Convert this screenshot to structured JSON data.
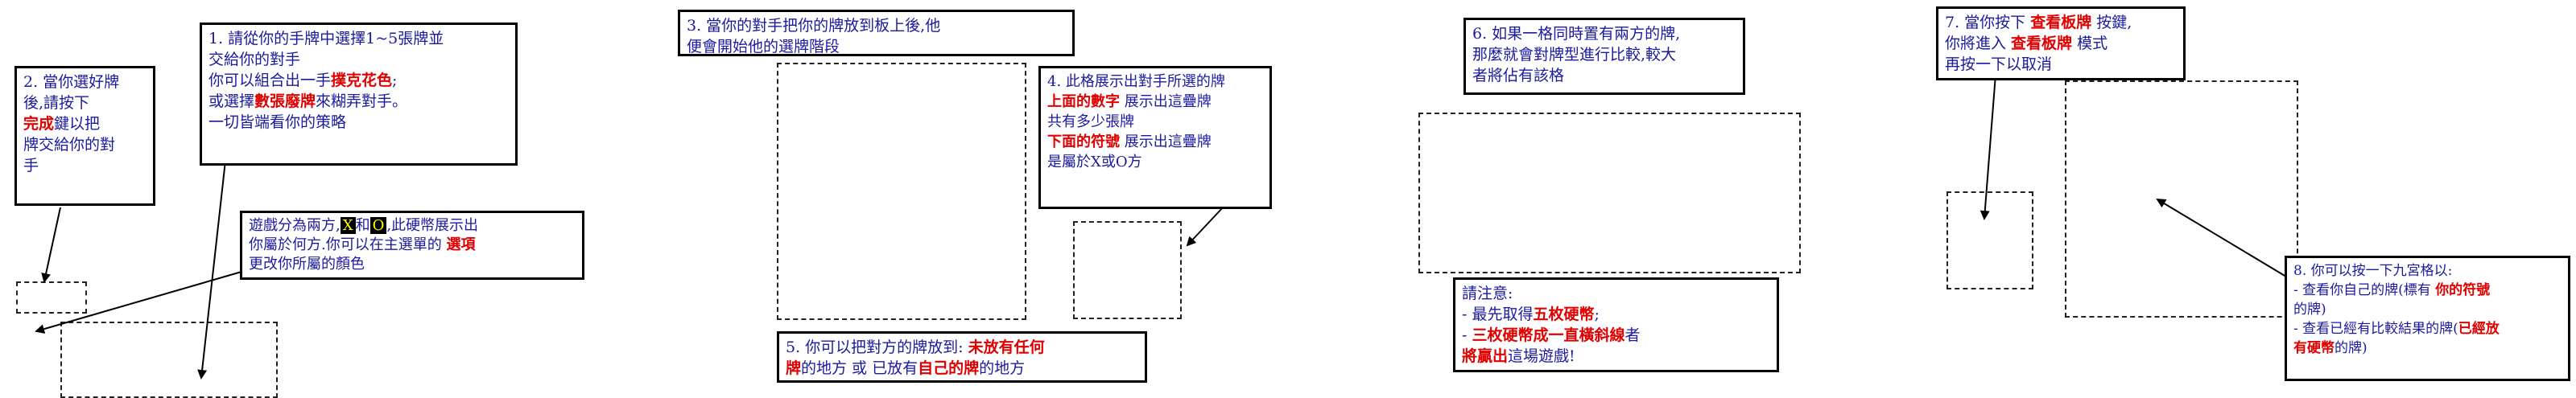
{
  "tutorial": {
    "note1": {
      "lines": [
        [
          {
            "t": "1. 請從你的手牌中選擇1~5張牌並"
          }
        ],
        [
          {
            "t": "交給你的對手"
          }
        ],
        [
          {
            "t": "你可以組合出一手"
          },
          {
            "t": "撲克花色",
            "h": true
          },
          {
            "t": ";"
          }
        ],
        [
          {
            "t": "或選擇"
          },
          {
            "t": "數張廢牌",
            "h": true
          },
          {
            "t": "來糊弄對手。"
          }
        ],
        [
          {
            "t": "一切皆端看你的策略"
          }
        ]
      ]
    },
    "note2": {
      "lines": [
        [
          {
            "t": "2. 當你選好牌"
          }
        ],
        [
          {
            "t": "後,請按下"
          }
        ],
        [
          {
            "t": "完成",
            "h": true
          },
          {
            "t": "鍵以把"
          }
        ],
        [
          {
            "t": "牌交給你的對"
          }
        ],
        [
          {
            "t": "手"
          }
        ]
      ]
    },
    "note_sides": {
      "lines": [
        [
          {
            "t": "遊戲分為兩方,"
          },
          {
            "t": "X",
            "x": true
          },
          {
            "t": "和"
          },
          {
            "t": "O",
            "x": true
          },
          {
            "t": ",此硬幣展示出"
          }
        ],
        [
          {
            "t": "你屬於何方.你可以在主選單的 "
          },
          {
            "t": "選項",
            "h": true
          }
        ],
        [
          {
            "t": "更改你所屬的顏色"
          }
        ]
      ]
    },
    "note3": {
      "lines": [
        [
          {
            "t": "3. 當你的對手把你的牌放到板上後,他"
          }
        ],
        [
          {
            "t": "便會開始他的選牌階段"
          }
        ]
      ]
    },
    "note4": {
      "lines": [
        [
          {
            "t": "4. 此格展示出對手所選的牌"
          }
        ],
        [
          {
            "t": " "
          }
        ],
        [
          {
            "t": "上面的數字",
            "h": true
          },
          {
            "t": " 展示出這疊牌"
          }
        ],
        [
          {
            "t": "共有多少張牌"
          }
        ],
        [
          {
            "t": "下面的符號",
            "h": true
          },
          {
            "t": " 展示出這疊牌"
          }
        ],
        [
          {
            "t": "是屬於X或O方"
          }
        ]
      ]
    },
    "note5": {
      "lines": [
        [
          {
            "t": "5. 你可以把對方的牌放到: "
          },
          {
            "t": "未放有任何",
            "h": true
          }
        ],
        [
          {
            "t": "牌",
            "h": true
          },
          {
            "t": "的地方 或 已放有"
          },
          {
            "t": "自己的牌",
            "h": true
          },
          {
            "t": "的地方"
          }
        ]
      ]
    },
    "note6": {
      "lines": [
        [
          {
            "t": "6. 如果一格同時置有兩方的牌,"
          }
        ],
        [
          {
            "t": "那麼就會對牌型進行比較,較大"
          }
        ],
        [
          {
            "t": "者將佔有該格"
          }
        ]
      ]
    },
    "note_attention": {
      "lines": [
        [
          {
            "t": "請注意:"
          }
        ],
        [
          {
            "t": "- 最先取得"
          },
          {
            "t": "五枚硬幣",
            "h": true
          },
          {
            "t": ";"
          }
        ],
        [
          {
            "t": "- "
          },
          {
            "t": "三枚硬幣成一直橫斜線",
            "h": true
          },
          {
            "t": "者"
          }
        ],
        [
          {
            "t": "將贏出",
            "h": true
          },
          {
            "t": "這場遊戲!"
          }
        ]
      ]
    },
    "note7": {
      "lines": [
        [
          {
            "t": "7. 當你按下 "
          },
          {
            "t": "查看板牌",
            "h": true
          },
          {
            "t": " 按鍵,"
          }
        ],
        [
          {
            "t": "你將進入 "
          },
          {
            "t": "查看板牌",
            "h": true
          },
          {
            "t": " 模式"
          }
        ],
        [
          {
            "t": "再按一下以取消"
          }
        ]
      ]
    },
    "note8": {
      "lines": [
        [
          {
            "t": "8. 你可以按一下九宮格以:"
          }
        ],
        [
          {
            "t": "- 查看你自己的牌(標有 "
          },
          {
            "t": "你的符號",
            "h": true
          }
        ],
        [
          {
            "t": "的牌)"
          }
        ],
        [
          {
            "t": "- 查看已經有比較結果的牌("
          },
          {
            "t": "已經放",
            "h": true
          }
        ],
        [
          {
            "t": "有硬幣",
            "h": true
          },
          {
            "t": "的牌)"
          }
        ]
      ]
    }
  }
}
